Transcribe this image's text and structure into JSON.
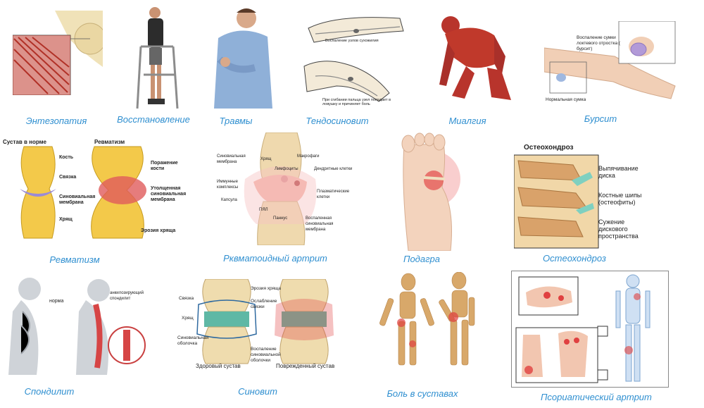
{
  "captions": {
    "entezopatiya": "Энтезопатия",
    "vosstanovlenie": "Восстановление",
    "travmy": "Травмы",
    "tendosinovit": "Тендосиновит",
    "mialgiya": "Миалгия",
    "bursit": "Бурсит",
    "revmatizm": "Ревматизм",
    "rkv_artrit": "Рквматоидный артрит",
    "podagra": "Подагра",
    "osteohondroz": "Остеохондроз",
    "spondilit": "Спондилит",
    "sinovit": "Синовит",
    "bol": "Боль в суставах",
    "psoriatic": "Псориатический артрит"
  },
  "labels": {
    "tendo_top": "Воспаление узлов сухожилия",
    "tendo_bottom": "При сгибании пальца узел попадает в ловушку и причиняет боль",
    "bursit_top": "Воспаление сумки локтевого отростка ( бурсит)",
    "bursit_bottom": "Нормальная сумка",
    "rheum_norm": "Сустав в норме",
    "rheum_rheum": "Ревматизм",
    "rheum_bone": "Кость",
    "rheum_ligament": "Связка",
    "rheum_synov": "Синовиальная мембрана",
    "rheum_cartilage": "Хрящ",
    "rheum_damage": "Поражение кости",
    "rheum_thick": "Утолщенная синовиальная мембрана",
    "rheum_erosion": "Эрозия хряща",
    "ra_synov": "Синовиальная мембрана",
    "ra_cart": "Хрящ",
    "ra_lymph": "Лимфоциты",
    "ra_macro": "Макрофаги",
    "ra_dendr": "Дендритные клетки",
    "ra_immune": "Иммунные комплексы",
    "ra_plasma": "Плазматические клетки",
    "ra_capsule": "Капсула",
    "ra_pmn": "ПЯЛ",
    "ra_pannus": "Паннус",
    "ra_inflamed": "Воспаленная синовиальная мембрана",
    "osteo_title": "Остеохондроз",
    "osteo_disc": "Выпячивание диска",
    "osteo_spurs": "Костные шипы (остеофиты)",
    "osteo_narrow": "Сужение дискового пространства",
    "spond_norm": "норма",
    "spond_ank": "анкилозирующий спондилит",
    "sin_lig": "Связка",
    "sin_cart": "Хрящ",
    "sin_synov": "Синовиальная оболочка",
    "sin_erosion": "Эрозия хряща",
    "sin_weak": "Ослабление связки",
    "sin_inflam": "Воспаление синовиальной оболочки",
    "sin_healthy": "Здоровый сустав",
    "sin_damaged": "Поврежденный сустав"
  },
  "colors": {
    "caption": "#2f8fd0",
    "muscle": "#b8342c",
    "bone": "#e9d9a6",
    "inflame": "#e04040",
    "synovial": "#7a6fc7",
    "cartilage": "#5fb8a5",
    "wood": "#d8a86a"
  }
}
